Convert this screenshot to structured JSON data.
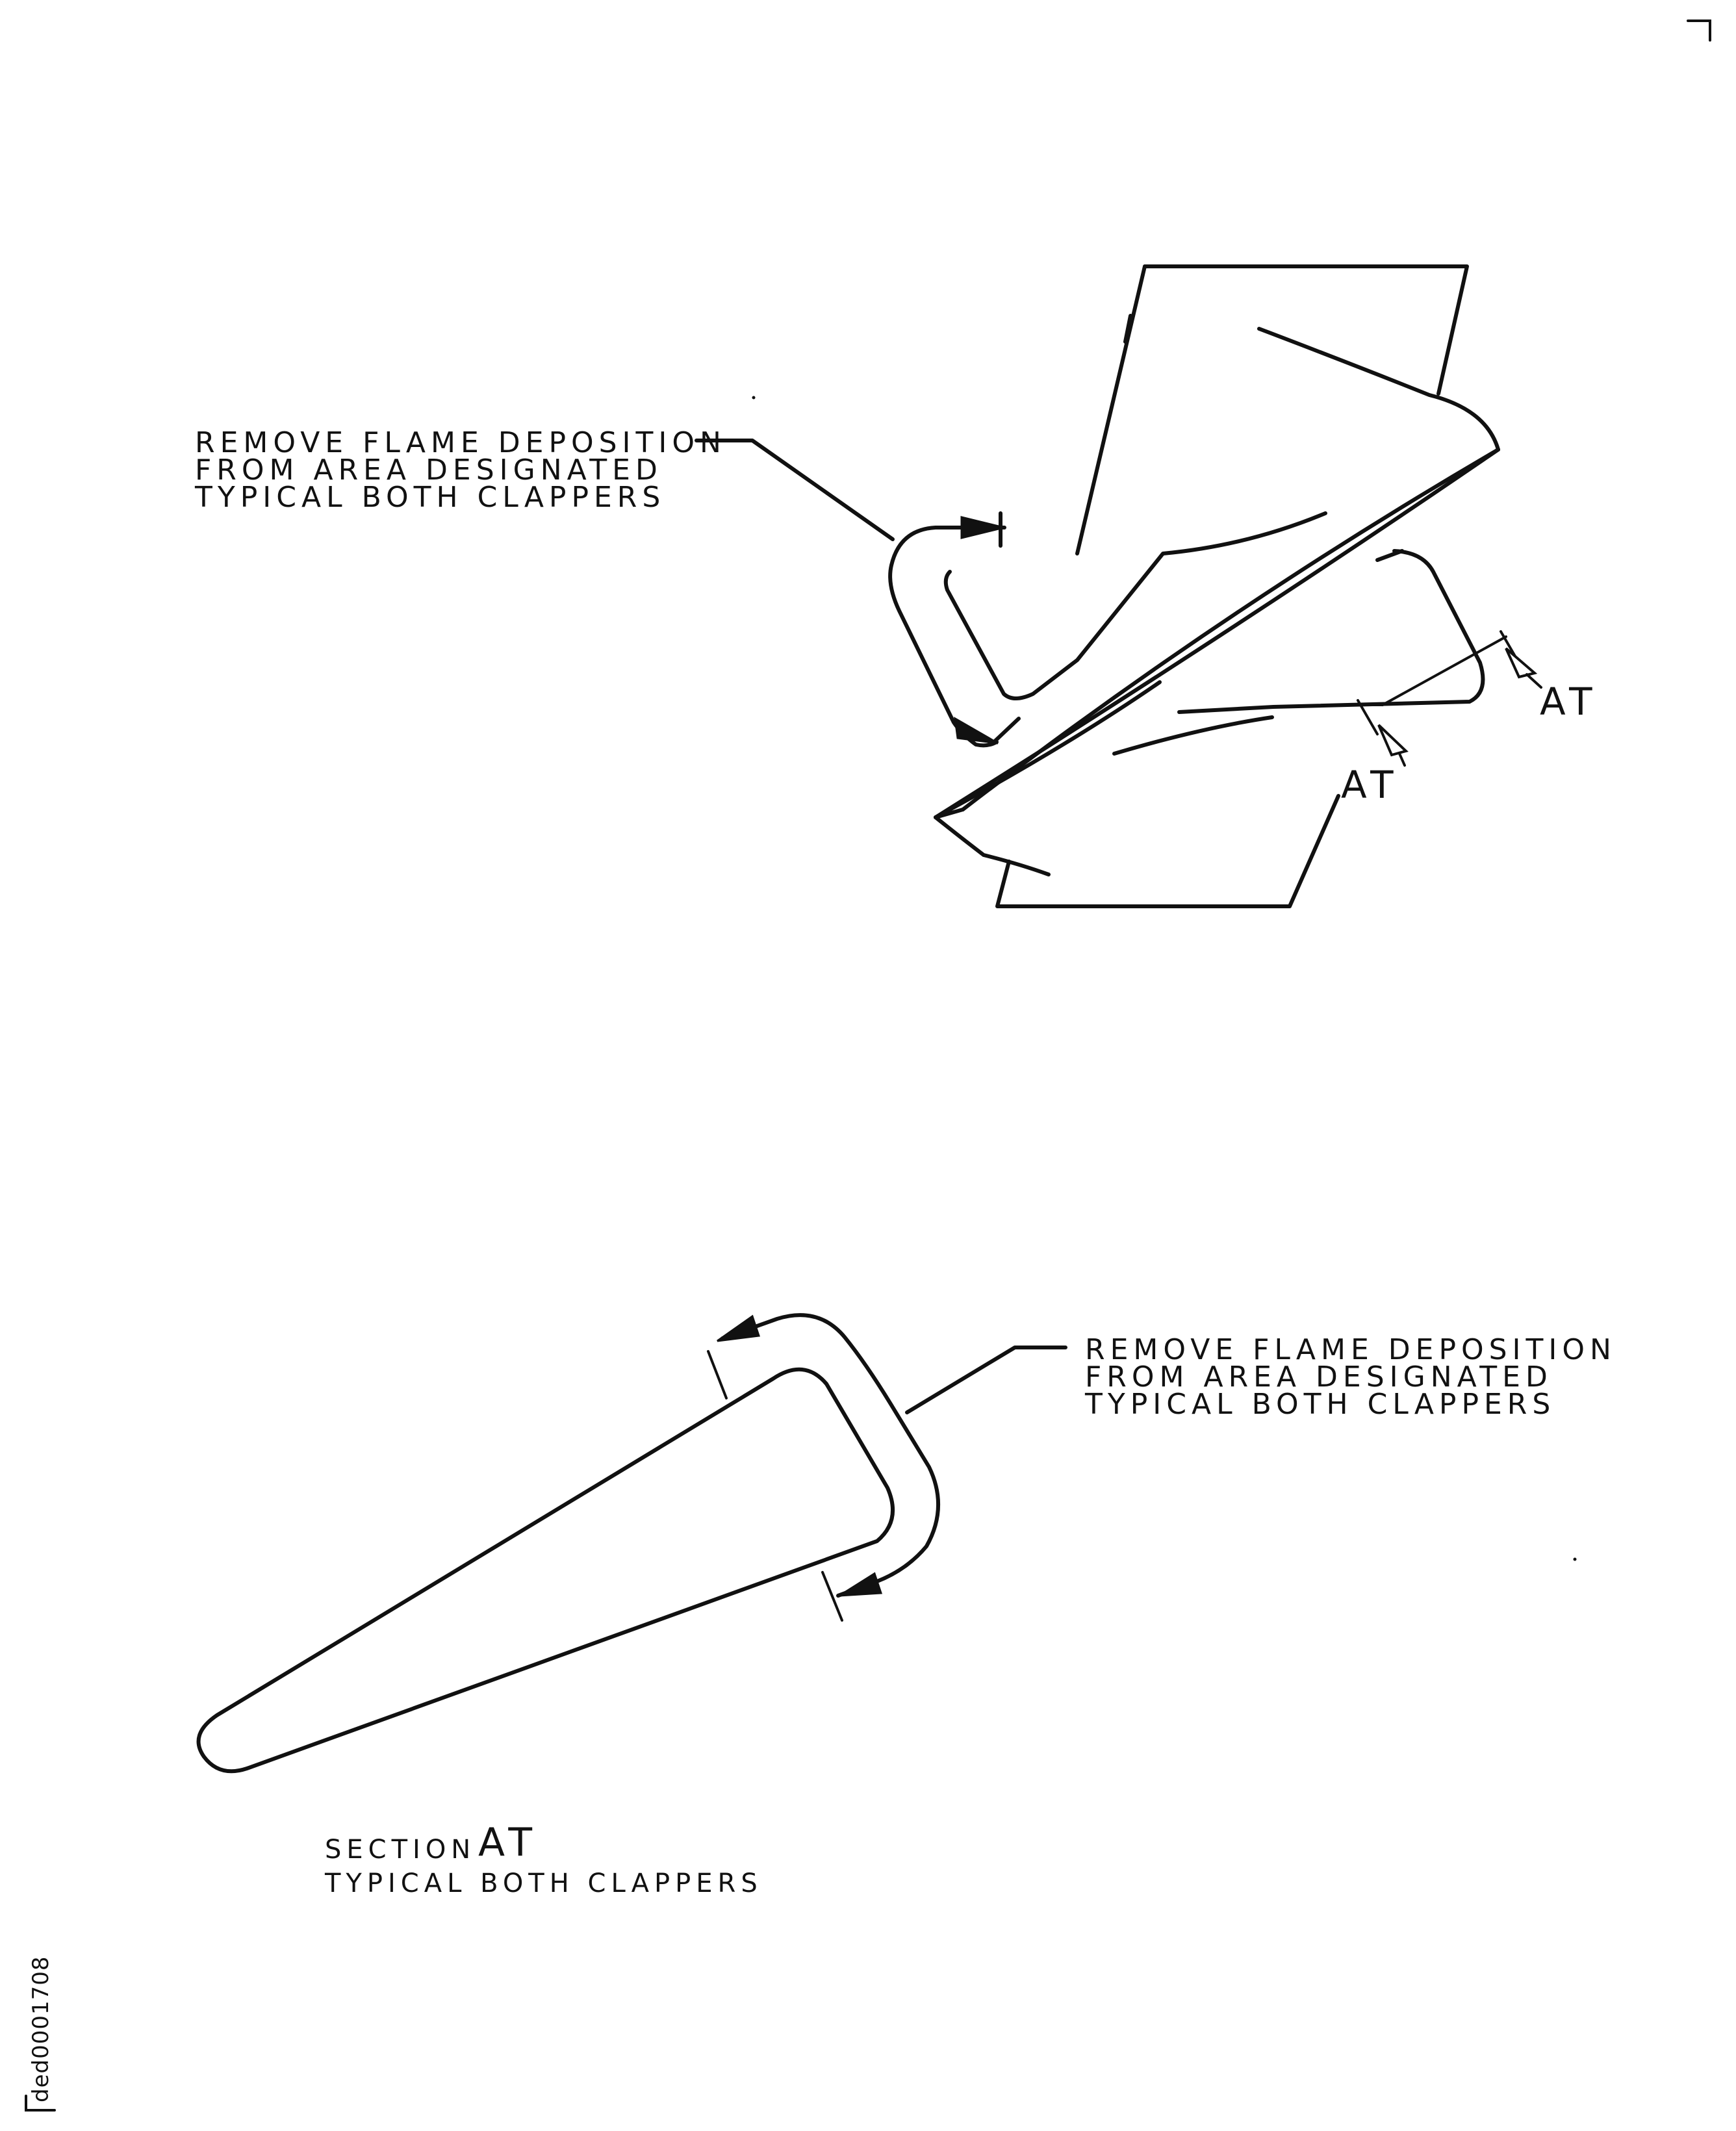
{
  "upper_view": {
    "note_lines": [
      "REMOVE FLAME DEPOSITION",
      "FROM AREA DESIGNATED",
      "TYPICAL BOTH CLAPPERS"
    ],
    "section_marks": [
      "AT",
      "AT"
    ]
  },
  "section_view": {
    "note_lines": [
      "REMOVE FLAME DEPOSITION",
      "FROM AREA DESIGNATED",
      "TYPICAL BOTH CLAPPERS"
    ],
    "title_prefix": "SECTION",
    "title_ref": "AT",
    "subtitle": "TYPICAL BOTH CLAPPERS"
  },
  "doc_id": "ded0001708"
}
